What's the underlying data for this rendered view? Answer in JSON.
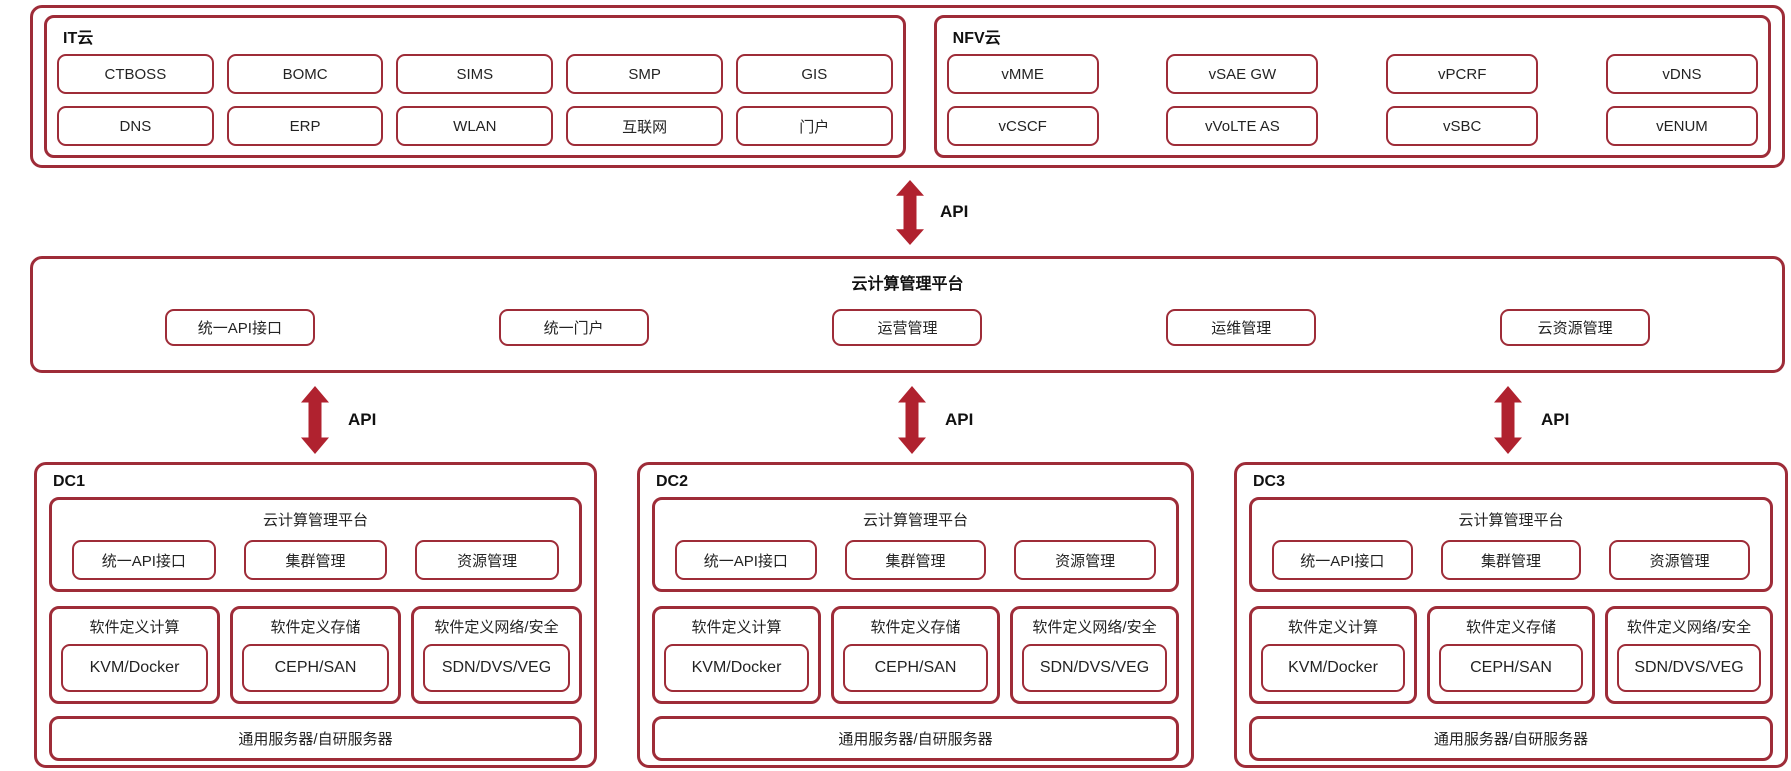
{
  "colors": {
    "border": "#9e2c38",
    "arrow": "#b0222f",
    "text": "#232323",
    "title": "#111111"
  },
  "api_label": "API",
  "top": {
    "it_cloud": {
      "title": "IT云",
      "row1": [
        "CTBOSS",
        "BOMC",
        "SIMS",
        "SMP",
        "GIS"
      ],
      "row2": [
        "DNS",
        "ERP",
        "WLAN",
        "互联网",
        "门户"
      ]
    },
    "nfv_cloud": {
      "title": "NFV云",
      "row1": [
        "vMME",
        "vSAE GW",
        "vPCRF",
        "vDNS"
      ],
      "row2": [
        "vCSCF",
        "vVoLTE AS",
        "vSBC",
        "vENUM"
      ]
    }
  },
  "platform": {
    "title": "云计算管理平台",
    "buttons": [
      "统一API接口",
      "统一门户",
      "运营管理",
      "运维管理",
      "云资源管理"
    ]
  },
  "dcs": [
    {
      "label": "DC1",
      "platform": {
        "title": "云计算管理平台",
        "buttons": [
          "统一API接口",
          "集群管理",
          "资源管理"
        ]
      },
      "sd": [
        {
          "title": "软件定义计算",
          "value": "KVM/Docker"
        },
        {
          "title": "软件定义存储",
          "value": "CEPH/SAN"
        },
        {
          "title": "软件定义网络/安全",
          "value": "SDN/DVS/VEG"
        }
      ],
      "server": "通用服务器/自研服务器"
    },
    {
      "label": "DC2",
      "platform": {
        "title": "云计算管理平台",
        "buttons": [
          "统一API接口",
          "集群管理",
          "资源管理"
        ]
      },
      "sd": [
        {
          "title": "软件定义计算",
          "value": "KVM/Docker"
        },
        {
          "title": "软件定义存储",
          "value": "CEPH/SAN"
        },
        {
          "title": "软件定义网络/安全",
          "value": "SDN/DVS/VEG"
        }
      ],
      "server": "通用服务器/自研服务器"
    },
    {
      "label": "DC3",
      "platform": {
        "title": "云计算管理平台",
        "buttons": [
          "统一API接口",
          "集群管理",
          "资源管理"
        ]
      },
      "sd": [
        {
          "title": "软件定义计算",
          "value": "KVM/Docker"
        },
        {
          "title": "软件定义存储",
          "value": "CEPH/SAN"
        },
        {
          "title": "软件定义网络/安全",
          "value": "SDN/DVS/VEG"
        }
      ],
      "server": "通用服务器/自研服务器"
    }
  ]
}
